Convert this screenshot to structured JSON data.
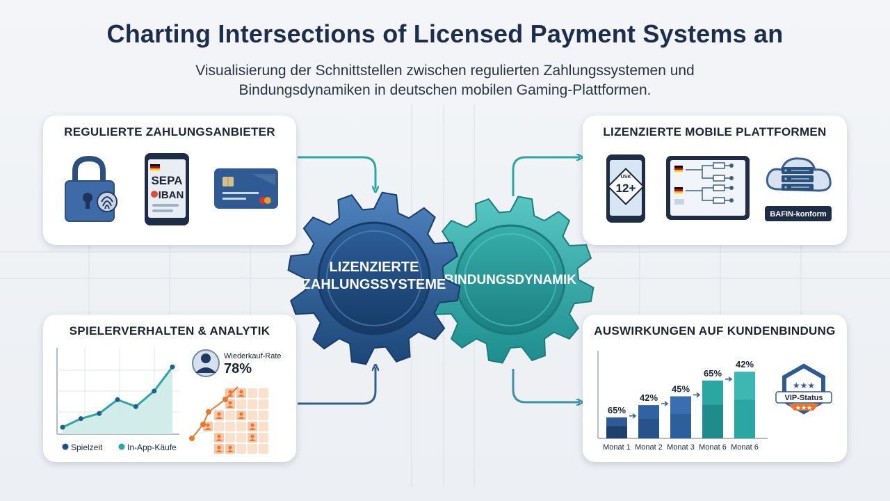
{
  "title": "Charting Intersections of Licensed Payment Systems an",
  "subtitle": {
    "line1": "Visualisierung der Schnittstellen zwischen regulierten Zahlungssystemen und",
    "line2": "Bindungsdynamiken in deutschen mobilen Gaming-Plattformen."
  },
  "colors": {
    "navy": "#1f4e8a",
    "teal": "#2aa7a3",
    "orange": "#e9772f"
  },
  "gears": {
    "left": {
      "line1": "LIZENZIERTE",
      "line2": "ZAHLUNGSSYSTEME"
    },
    "right": {
      "label": "BINDUNGSDYNAMIK"
    }
  },
  "payment_providers": {
    "title": "REGULIERTE ZAHLUNGSANBIETER",
    "phone_line1": "SEPA",
    "phone_line2": "IBAN",
    "icons": [
      "padlock-fingerprint-icon",
      "phone-sepa-icon",
      "credit-card-icon"
    ]
  },
  "platforms": {
    "title": "LIZENZIERTE MOBILE PLATTFORMEN",
    "age_badge": "12+",
    "badge_small": "USK",
    "cloud_label": "BAFIN-konform"
  },
  "analytics": {
    "title": "SPIELERVERHALTEN & ANALYTIK",
    "repurchase_label": "Wiederkauf-Rate",
    "repurchase_value": "78%",
    "legend": [
      {
        "label": "Spielzeit",
        "color": "#1f4e8a"
      },
      {
        "label": "In-App-Käufe",
        "color": "#2aa7a3"
      }
    ],
    "line_values": [
      0.08,
      0.18,
      0.24,
      0.4,
      0.32,
      0.5,
      0.78
    ]
  },
  "retention": {
    "title": "AUSWIRKUNGEN AUF KUNDENBINDUNG",
    "vip_label": "VIP-Status",
    "chart_data": {
      "type": "bar",
      "categories": [
        "Monat 1",
        "Monat 2",
        "Monat 3",
        "Monat 6",
        "Monat 6"
      ],
      "value_labels": [
        "65%",
        "42%",
        "45%",
        "65%",
        "42%"
      ],
      "values": [
        65,
        42,
        45,
        65,
        42
      ],
      "bar_levels": [
        0.24,
        0.38,
        0.48,
        0.66,
        0.76
      ]
    }
  }
}
